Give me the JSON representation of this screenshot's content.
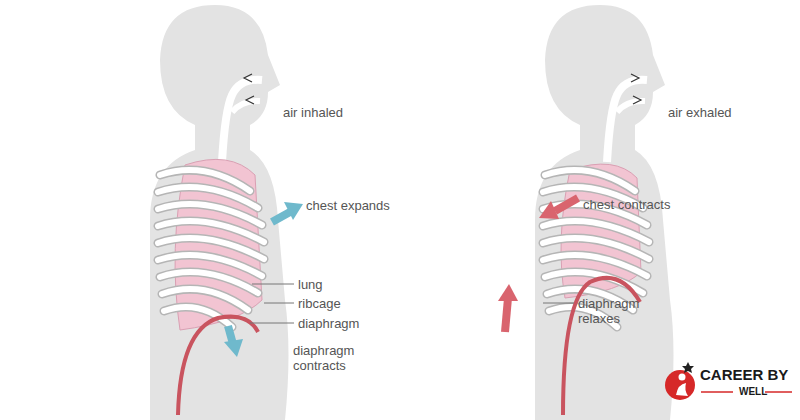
{
  "diagram": {
    "labels": [
      "air inhaled",
      "chest expands",
      "lung",
      "ribcage",
      "diaphragm",
      "diaphragm contracts",
      "air exhaled",
      "chest contracts",
      "diaphragm relaxes",
      "CAREER BY",
      "WELL"
    ]
  }
}
